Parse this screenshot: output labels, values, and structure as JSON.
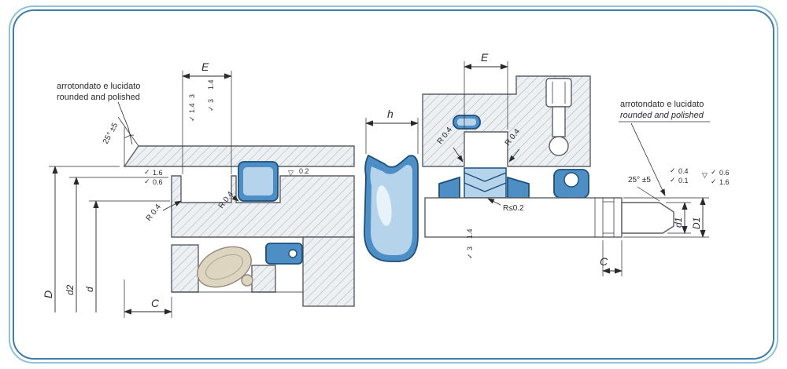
{
  "colors": {
    "frame_outer": "#8fc0dd",
    "frame_inner": "#3f7ea6",
    "part_outline": "#5a5f66",
    "dimension_line": "#2a2a2e",
    "hatch_fill": "#edf0f2",
    "hatch_line": "#aab3ba",
    "seal_dark": "#1c4f7c",
    "seal_mid": "#4d8fc4",
    "seal_light": "#b5d4ec",
    "metal_tan": "#ddd5bf"
  },
  "symbols": {
    "roughness": "✓",
    "triangle": "▽"
  },
  "left": {
    "note1": "arrotondato  e lucidato",
    "note2": "rounded and polished",
    "angle": "25° ±5",
    "E": "E",
    "finTopA1": "1.4",
    "finTopA2": "3",
    "finTopB1": "3",
    "finTopB2": "1.4",
    "finEdge1": "1.6",
    "finEdge2": "0.6",
    "finBore1": "0.2",
    "finBore2": "0.6",
    "r1": "R 0.4",
    "r2": "R 0.4",
    "D": "D",
    "d2": "d2",
    "d": "d",
    "C": "C"
  },
  "profile": {
    "h": "h"
  },
  "right": {
    "E": "E",
    "r1": "R 0.4",
    "r2": "R 0.4",
    "note1": "arrotondato e lucidato",
    "note2": "rounded and polished",
    "angle": "25° ±5",
    "finA1": "0.4",
    "finA2": "0.1",
    "finB1": "0.6",
    "finB2": "1.6",
    "rle": "R≤0.2",
    "finC1": "3",
    "finC2": "1.4",
    "d1": "d1",
    "D1": "D1",
    "C": "C"
  }
}
